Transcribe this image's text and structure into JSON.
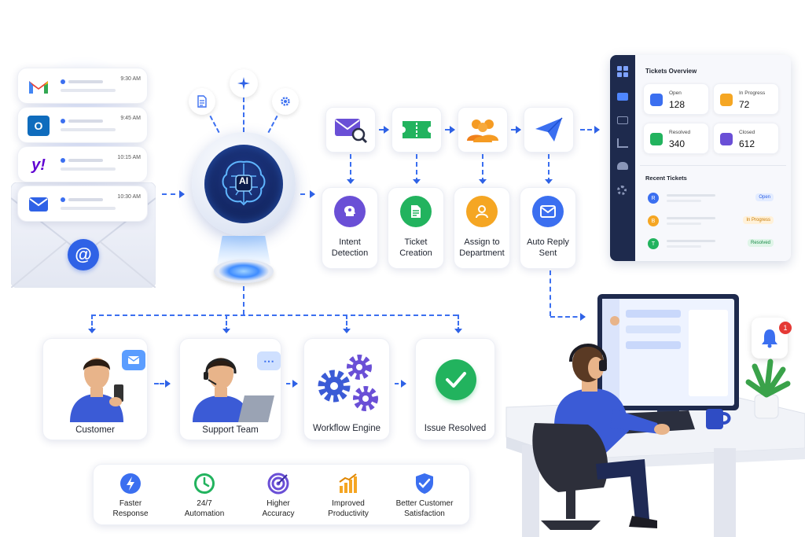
{
  "inbox": {
    "items": [
      {
        "icon": "gmail-icon",
        "time": "9:30 AM"
      },
      {
        "icon": "outlook-icon",
        "time": "9:45 AM",
        "glyph": "O"
      },
      {
        "icon": "yahoo-icon",
        "time": "10:15 AM",
        "glyph": "y!"
      },
      {
        "icon": "mail-icon",
        "time": "10:30 AM"
      }
    ],
    "at_symbol": "@"
  },
  "ai": {
    "label": "AI"
  },
  "pipeline": {
    "steps": [
      {
        "icon": "inbox-search-icon",
        "label_line1": "Intent",
        "label_line2": "Detection"
      },
      {
        "icon": "ticket-icon",
        "label_line1": "Ticket",
        "label_line2": "Creation"
      },
      {
        "icon": "people-icon",
        "label_line1": "Assign to",
        "label_line2": "Department"
      },
      {
        "icon": "send-icon",
        "label_line1": "Auto Reply",
        "label_line2": "Sent"
      }
    ]
  },
  "dashboard": {
    "title": "Tickets Overview",
    "stats": [
      {
        "label": "Open",
        "value": "128",
        "color": "#3b6ff0"
      },
      {
        "label": "In Progress",
        "value": "72",
        "color": "#f5a623"
      },
      {
        "label": "Resolved",
        "value": "340",
        "color": "#22b35e"
      },
      {
        "label": "Closed",
        "value": "612",
        "color": "#6a4fd6"
      }
    ],
    "recent_title": "Recent Tickets",
    "recent": [
      {
        "initial": "R",
        "status": "Open",
        "color": "#3b6ff0",
        "badge_bg": "#e3ecff",
        "badge_fg": "#2f62e6"
      },
      {
        "initial": "B",
        "status": "In Progress",
        "color": "#f5a623",
        "badge_bg": "#fff1d9",
        "badge_fg": "#c97a00"
      },
      {
        "initial": "T",
        "status": "Resolved",
        "color": "#22b35e",
        "badge_bg": "#dff5e8",
        "badge_fg": "#1a8a48"
      }
    ]
  },
  "flow": {
    "customer": "Customer",
    "support": "Support Team",
    "workflow": "Workflow Engine",
    "resolved": "Issue Resolved"
  },
  "benefits": [
    {
      "icon": "lightning-icon",
      "line1": "Faster",
      "line2": "Response"
    },
    {
      "icon": "clock-icon",
      "line1": "24/7",
      "line2": "Automation"
    },
    {
      "icon": "target-icon",
      "line1": "Higher",
      "line2": "Accuracy"
    },
    {
      "icon": "growth-chart-icon",
      "line1": "Improved",
      "line2": "Productivity"
    },
    {
      "icon": "shield-check-icon",
      "line1": "Better Customer",
      "line2": "Satisfaction"
    }
  ],
  "notification": {
    "count": "1"
  },
  "colors": {
    "accent": "#3b6ff0",
    "navy": "#1e2a4d"
  }
}
